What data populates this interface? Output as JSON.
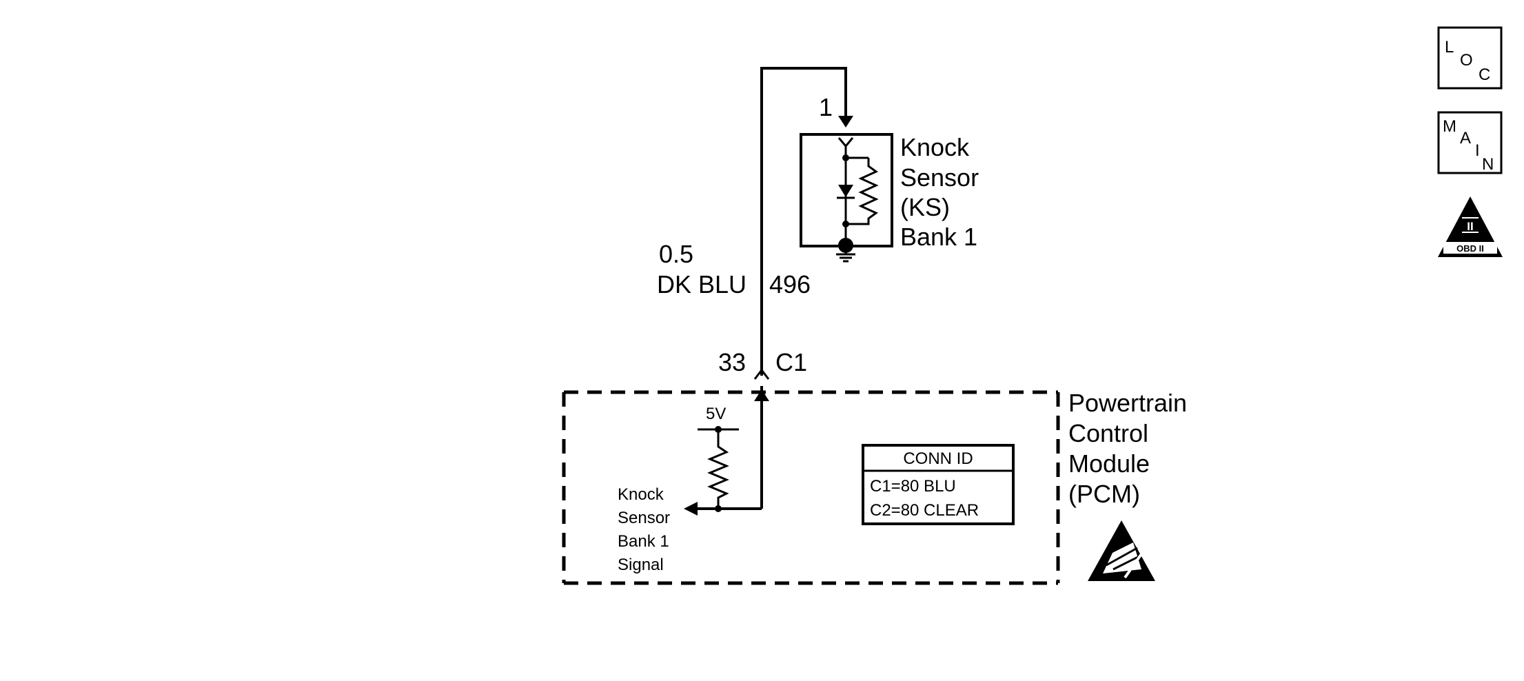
{
  "sensor": {
    "pin": "1",
    "name_lines": [
      "Knock",
      "Sensor",
      "(KS)",
      "Bank 1"
    ]
  },
  "wire": {
    "gauge": "0.5",
    "color": "DK BLU",
    "circuit": "496"
  },
  "connector": {
    "pin": "33",
    "id": "C1"
  },
  "pcm": {
    "name_lines": [
      "Powertrain",
      "Control",
      "Module",
      "(PCM)"
    ],
    "reference_voltage": "5V",
    "signal_lines": [
      "Knock",
      "Sensor",
      "Bank 1",
      "Signal"
    ],
    "conn_id_table": {
      "header": "CONN ID",
      "rows": [
        "C1=80 BLU",
        "C2=80 CLEAR"
      ]
    }
  },
  "nav_buttons": {
    "loc": [
      "L",
      "O",
      "C"
    ],
    "main": [
      "M",
      "A",
      "I",
      "N"
    ],
    "obd": {
      "numeral": "II",
      "label": "OBD II"
    }
  },
  "colors": {
    "ink": "#000000",
    "background": "#ffffff"
  }
}
